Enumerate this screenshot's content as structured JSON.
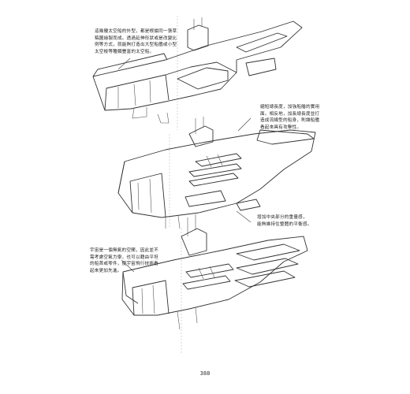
{
  "annotations": {
    "note1": "這幾艘太空船的外型，都是根據同一張草\n稿圖繪製而成。透過延伸形狀或是改變比\n例等方式，就能夠打造出大型船艦或小型\n太空梭等種類豐富的太空船。",
    "note2": "縮短總長度，加強船艏的實用\n面。相反地，加長總長度並打\n造成流線型的船身，則讓船艦\n看起來具有攻擊性。",
    "note3": "增加中央部分的重量感，\n能夠維持住整體的平衡感。",
    "note4": "宇宙是一個無氣的空間，因此並不\n需考慮空氣力學，也可以藉由平坦\n的船首或零件，使宇宙飛行技術看\n起來更加先進。"
  },
  "page_number": "388"
}
